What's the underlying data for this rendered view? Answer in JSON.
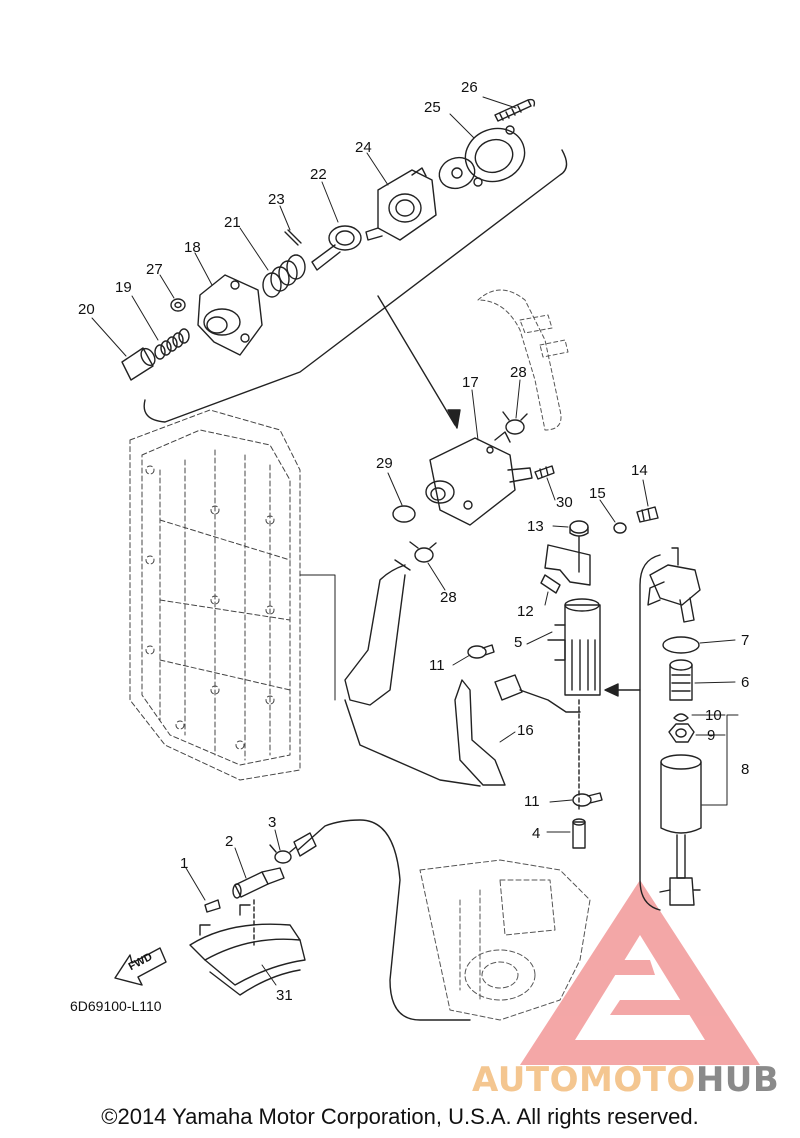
{
  "diagram": {
    "drawing_code": "6D69100-L110",
    "fwd_label": "FWD",
    "copyright": "©2014 Yamaha Motor Corporation, U.S.A. All rights reserved.",
    "watermark": {
      "part1": "AUTO",
      "part2": "MOTO",
      "part3": "HUB"
    },
    "callouts": [
      {
        "id": "c26",
        "label": "26"
      },
      {
        "id": "c25",
        "label": "25"
      },
      {
        "id": "c24",
        "label": "24"
      },
      {
        "id": "c22",
        "label": "22"
      },
      {
        "id": "c23",
        "label": "23"
      },
      {
        "id": "c21",
        "label": "21"
      },
      {
        "id": "c18",
        "label": "18"
      },
      {
        "id": "c27",
        "label": "27"
      },
      {
        "id": "c19",
        "label": "19"
      },
      {
        "id": "c20",
        "label": "20"
      },
      {
        "id": "c17",
        "label": "17"
      },
      {
        "id": "c28a",
        "label": "28"
      },
      {
        "id": "c29",
        "label": "29"
      },
      {
        "id": "c30",
        "label": "30"
      },
      {
        "id": "c14",
        "label": "14"
      },
      {
        "id": "c15",
        "label": "15"
      },
      {
        "id": "c13",
        "label": "13"
      },
      {
        "id": "c28b",
        "label": "28"
      },
      {
        "id": "c12",
        "label": "12"
      },
      {
        "id": "c5",
        "label": "5"
      },
      {
        "id": "c7",
        "label": "7"
      },
      {
        "id": "c11a",
        "label": "11"
      },
      {
        "id": "c6",
        "label": "6"
      },
      {
        "id": "c10",
        "label": "10"
      },
      {
        "id": "c9",
        "label": "9"
      },
      {
        "id": "c16",
        "label": "16"
      },
      {
        "id": "c8",
        "label": "8"
      },
      {
        "id": "c11b",
        "label": "11"
      },
      {
        "id": "c4",
        "label": "4"
      },
      {
        "id": "c3",
        "label": "3"
      },
      {
        "id": "c2",
        "label": "2"
      },
      {
        "id": "c1",
        "label": "1"
      },
      {
        "id": "c31",
        "label": "31"
      }
    ]
  }
}
